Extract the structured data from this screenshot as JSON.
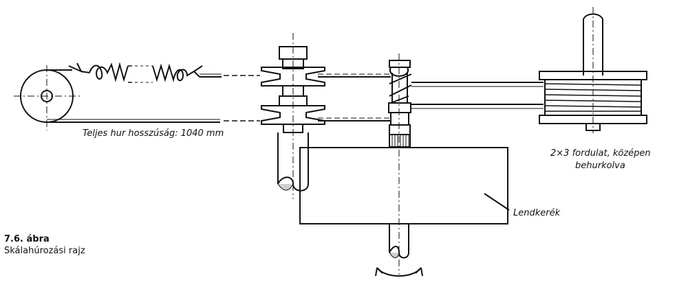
{
  "labels": {
    "string_length": "Teljes hur hosszúság: 1040 mm",
    "turns_line1": "2×3 fordulat, középen",
    "turns_line2": "behurkolva",
    "flywheel": "Lendkerék"
  },
  "caption": {
    "number": "7.6. ábra",
    "title": "Skálahúrozási rajz"
  }
}
